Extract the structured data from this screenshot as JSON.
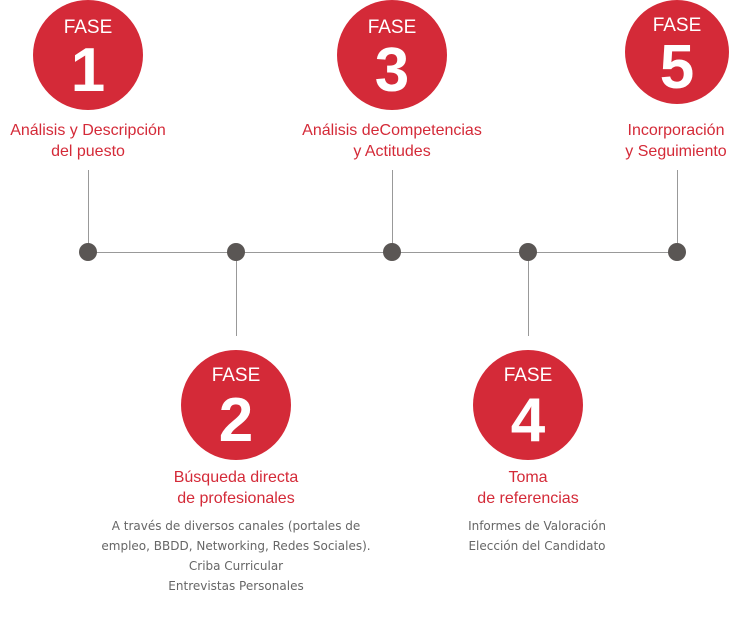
{
  "accent_color": "#d42a38",
  "phases": [
    {
      "label": "FASE",
      "number": "1",
      "title_lines": [
        "Análisis y Descripción",
        "del puesto"
      ]
    },
    {
      "label": "FASE",
      "number": "2",
      "title_lines": [
        "Búsqueda directa",
        "de profesionales"
      ],
      "details": [
        "A través de diversos canales (portales de",
        "empleo, BBDD, Networking, Redes Sociales).",
        "Criba Curricular",
        "Entrevistas Personales"
      ]
    },
    {
      "label": "FASE",
      "number": "3",
      "title_lines": [
        "Análisis deCompetencias",
        "y Actitudes"
      ]
    },
    {
      "label": "FASE",
      "number": "4",
      "title_lines": [
        "Toma",
        "de referencias"
      ],
      "details": [
        "Informes de Valoración",
        "Elección del Candidato"
      ]
    },
    {
      "label": "FASE",
      "number": "5",
      "title_lines": [
        "Incorporación",
        "y Seguimiento"
      ]
    }
  ]
}
